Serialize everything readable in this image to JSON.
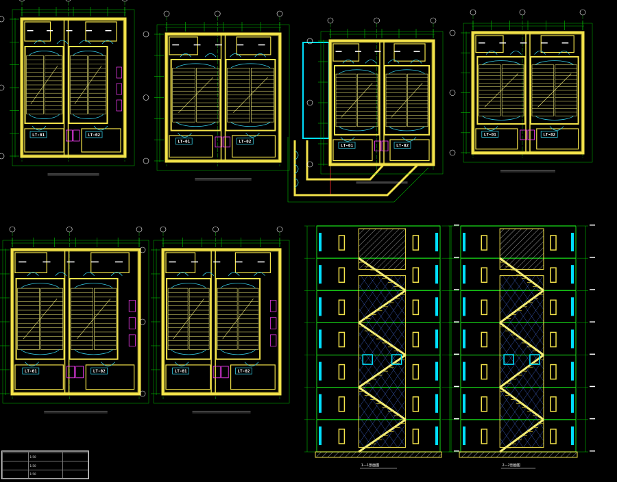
{
  "colors": {
    "background": "#000000",
    "wall": "#f2e24a",
    "wall_fill": "#c9c06a",
    "stair": "#f5ef7a",
    "grid": "#18e018",
    "dims": "#00c000",
    "door": "#34c8e0",
    "cyan": "#00e0ff",
    "red": "#ff2b2b",
    "magenta": "#ff40ff",
    "text": "#ffffff",
    "hatch": "#9a9a9a",
    "blue_hatch": "#4f7cff"
  },
  "elevator_labels": [
    "LT-01",
    "LT-02"
  ],
  "section_titles": [
    "1—1剖面图",
    "2—2剖面图"
  ],
  "legend_values": [
    "1:50",
    "1:50",
    "1:50"
  ]
}
